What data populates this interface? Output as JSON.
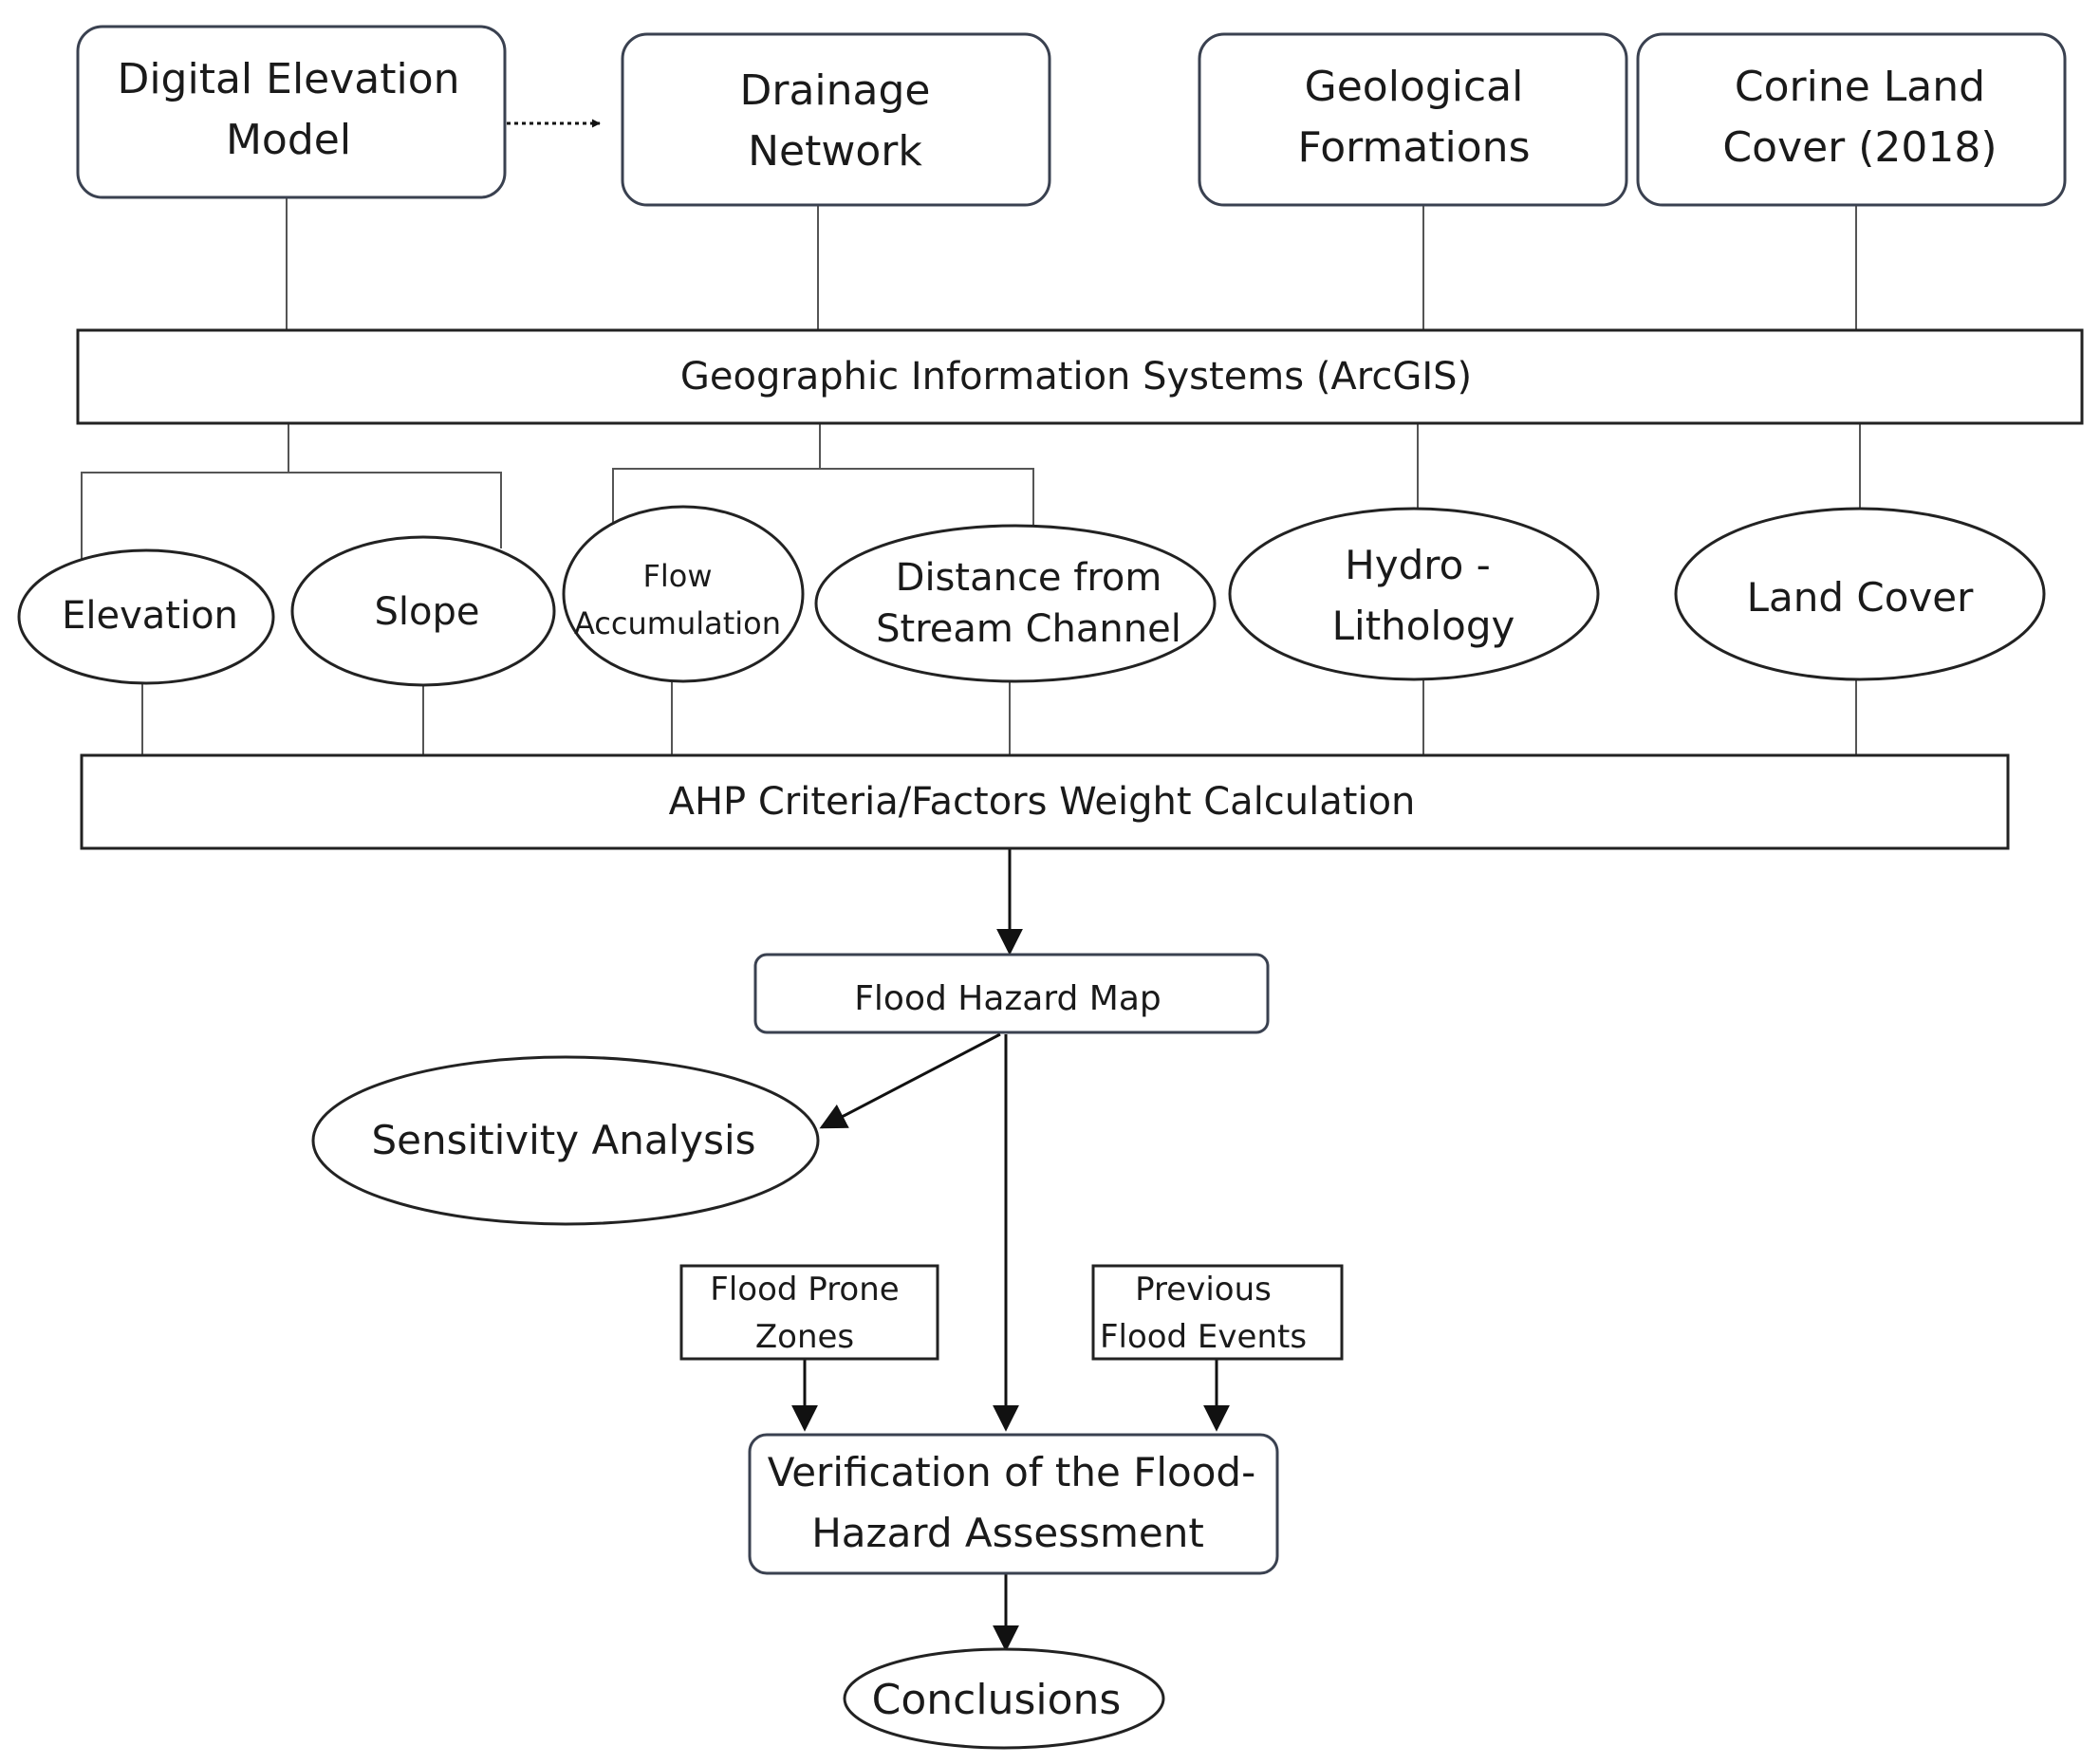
{
  "diagram": {
    "sources": {
      "dem": [
        "Digital Elevation",
        "Model"
      ],
      "drainage": [
        "Drainage",
        "Network"
      ],
      "geology": [
        "Geological",
        "Formations"
      ],
      "landcover": [
        "Corine Land",
        "Cover (2018)"
      ]
    },
    "gis": "Geographic Information Systems (ArcGIS)",
    "factors": {
      "elevation": "Elevation",
      "slope": "Slope",
      "flow": [
        "Flow",
        "Accumulation"
      ],
      "distance": [
        "Distance from",
        "Stream Channel"
      ],
      "hydro": [
        "Hydro -",
        "Lithology"
      ],
      "land": "Land Cover"
    },
    "ahp": "AHP Criteria/Factors Weight Calculation",
    "flood_map": "Flood Hazard Map",
    "sensitivity": "Sensitivity Analysis",
    "prone": [
      "Flood Prone",
      "Zones"
    ],
    "events": [
      "Previous",
      "Flood Events"
    ],
    "verification": [
      "Verification of the  Flood-",
      "Hazard Assessment"
    ],
    "conclusions": "Conclusions"
  }
}
